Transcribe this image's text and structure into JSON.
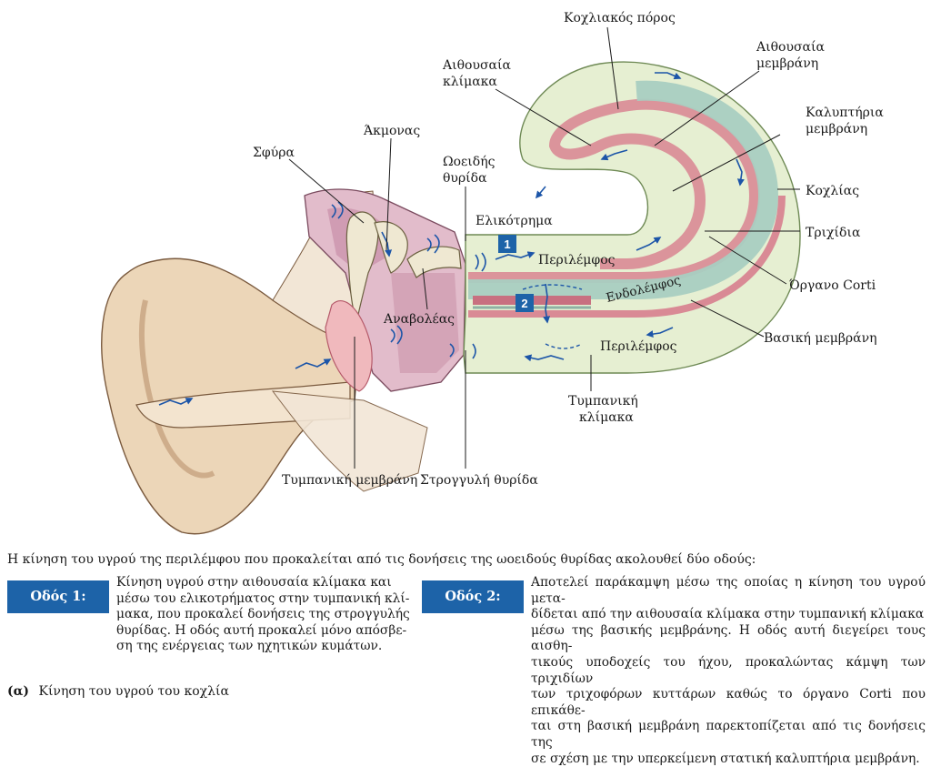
{
  "labels": {
    "koxliakos_poros": "Κοχλιακός πόρος",
    "aithousaia_membrani": [
      "Αιθουσαία",
      "μεμβράνη"
    ],
    "aithousaia_klimaka": [
      "Αιθουσαία",
      "κλίμακα"
    ],
    "kalyptiria_membrani": [
      "Καλυπτήρια",
      "μεμβράνη"
    ],
    "akmonas": "Άκμονας",
    "sfyra": "Σφύρα",
    "oeidis_thyrida": [
      "Ωοειδής",
      "θυρίδα"
    ],
    "koxlias": "Κοχλίας",
    "elikotrima": "Ελικότρημα",
    "trixidia": "Τριχίδια",
    "perilemfos_top": "Περιλέμφος",
    "endolemfos": "Ενδολέμφος",
    "organo_corti": "Όργανο Corti",
    "anavoleas": "Αναβολέας",
    "perilemfos_bottom": "Περιλέμφος",
    "vasiki_membrani": "Βασική μεμβράνη",
    "tympaniki_klimaka": [
      "Τυμπανική",
      "κλίμακα"
    ],
    "tympaniki_membrani": "Τυμπανική μεμβράνη",
    "stroggyli_thyrida": "Στρογγυλή θυρίδα",
    "marker_1": "1",
    "marker_2": "2"
  },
  "caption": {
    "intro": "Η κίνηση του υγρού της περιλέμφου που προκαλείται από τις δονήσεις της ωοειδούς θυρίδας ακολουθεί δύο οδούς:",
    "route1_label": "Οδός 1:",
    "route1_lines": [
      "Κίνηση υγρού στην αιθουσαία κλίμακα και",
      "μέσω του ελικοτρήματος στην τυμπανική κλί-",
      "μακα, που προκαλεί δονήσεις της στρογγυλής",
      "θυρίδας. Η οδός αυτή προκαλεί μόνο απόσβε-",
      "ση της ενέργειας των ηχητικών κυμάτων."
    ],
    "route2_label": "Οδός 2:",
    "route2_lines": [
      "Αποτελεί παράκαμψη μέσω της οποίας η κίνηση του υγρού μετα-",
      "δίδεται από την αιθουσαία κλίμακα στην τυμπανική κλίμακα",
      "μέσω της βασικής μεμβράνης. Η οδός αυτή διεγείρει τους αισθη-",
      "τικούς υποδοχείς του ήχου, προκαλώντας κάμψη των τριχιδίων",
      "των τριχοφόρων κυττάρων καθώς το όργανο Corti που επικάθε-",
      "ται στη βασική μεμβράνη παρεκτοπίζεται από τις δονήσεις της",
      "σε σχέση με την υπερκείμενη στατική καλυπτήρια μεμβράνη."
    ],
    "panel_letter": "(α)",
    "panel_title": "Κίνηση του υγρού του κοχλία"
  },
  "colors": {
    "accent": "#1d63a8",
    "fluid_arrows": "#1c55a8",
    "outer_ear": "#ecd6b8",
    "middle_ear": "#d9a6b9",
    "cochlea_outer": "#e6efd2",
    "endolymph": "#a9cdc1",
    "membrane": "#d98a95"
  }
}
